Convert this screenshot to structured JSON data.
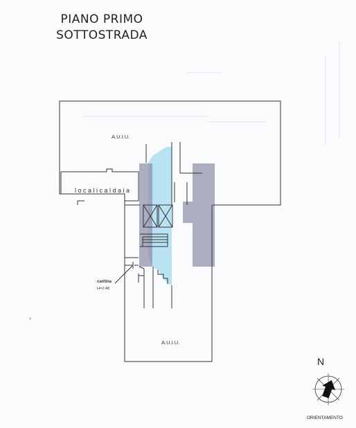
{
  "title": {
    "line1": "PIANO  PRIMO",
    "line2": "SOTTOSTRADA"
  },
  "rooms": {
    "auiu_top": "A.U.I.U.",
    "auiu_bottom": "A.U.I.U.",
    "locali_caldaia": "l o c a l i   c a l d a i a",
    "cantina": "cantina",
    "cantina_height": "H=2.48"
  },
  "compass": {
    "north": "N",
    "label": "ORIENTAMENTO"
  },
  "colors": {
    "highlight_blue": "#a9dcef",
    "highlight_gray": "#8e8fa8",
    "line": "#333333"
  }
}
